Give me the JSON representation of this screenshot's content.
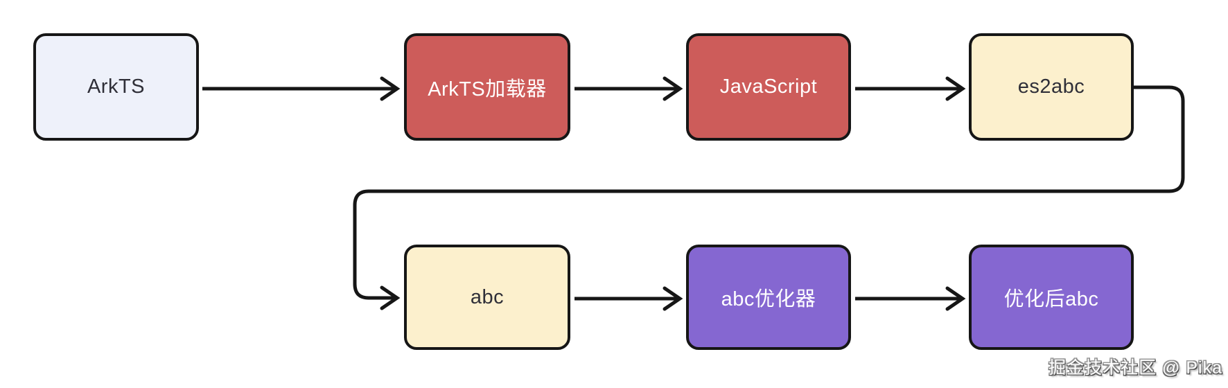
{
  "diagram": {
    "background_color": "#ffffff",
    "line_color": "#161616",
    "nodes": [
      {
        "id": "arkts",
        "label": "ArkTS",
        "fill": "#eef1fa",
        "text_color": "#2f2f38"
      },
      {
        "id": "arkts-loader",
        "label": "ArkTS加载器",
        "fill": "#cd5c5a",
        "text_color": "#ffffff"
      },
      {
        "id": "javascript",
        "label": "JavaScript",
        "fill": "#cd5c5a",
        "text_color": "#ffffff"
      },
      {
        "id": "es2abc",
        "label": "es2abc",
        "fill": "#fcf0cd",
        "text_color": "#2f2f38"
      },
      {
        "id": "abc",
        "label": "abc",
        "fill": "#fcf0cd",
        "text_color": "#2f2f38"
      },
      {
        "id": "abc-optimizer",
        "label": "abc优化器",
        "fill": "#8567d1",
        "text_color": "#ffffff"
      },
      {
        "id": "optimized-abc",
        "label": "优化后abc",
        "fill": "#8567d1",
        "text_color": "#ffffff"
      }
    ],
    "edges": [
      {
        "from": "arkts",
        "to": "arkts-loader"
      },
      {
        "from": "arkts-loader",
        "to": "javascript"
      },
      {
        "from": "javascript",
        "to": "es2abc"
      },
      {
        "from": "es2abc",
        "to": "abc"
      },
      {
        "from": "abc",
        "to": "abc-optimizer"
      },
      {
        "from": "abc-optimizer",
        "to": "optimized-abc"
      }
    ]
  },
  "watermark": {
    "text": "掘金技术社区 @ Pika"
  }
}
